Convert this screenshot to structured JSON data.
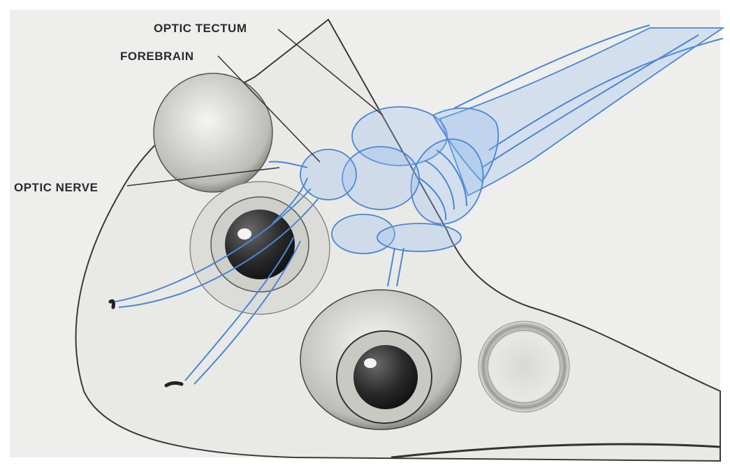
{
  "labels": {
    "optic_tectum": "OPTIC TECTUM",
    "forebrain": "FOREBRAIN",
    "optic_nerve": "OPTIC NERVE"
  },
  "colors": {
    "background": "#ffffff",
    "paper": "#eeeeec",
    "brain_blue": "#4a86d6",
    "ink": "#2b2b2b"
  }
}
